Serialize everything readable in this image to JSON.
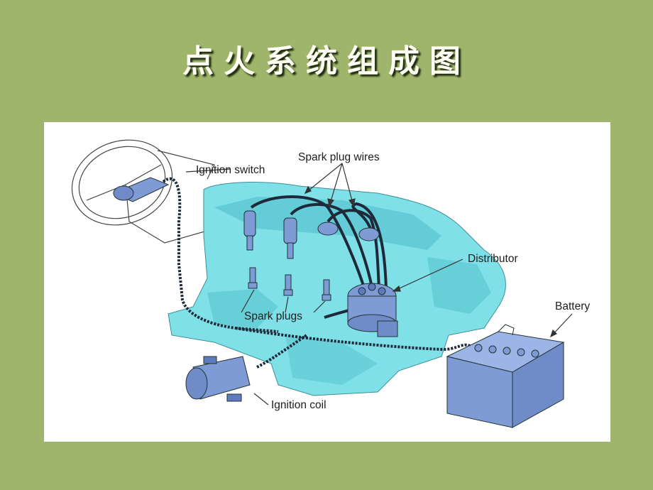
{
  "slide": {
    "title": "点火系统组成图"
  },
  "diagram": {
    "labels": {
      "ignition_switch": "Ignition switch",
      "spark_plug_wires": "Spark plug wires",
      "distributor": "Distributor",
      "battery": "Battery",
      "spark_plugs": "Spark plugs",
      "ignition_coil": "Ignition coil"
    },
    "colors": {
      "engine": "#7fe0e8",
      "engine_shadow": "#5cc7d2",
      "parts_blue": "#7f9bd6",
      "wire": "#1e2a3a"
    }
  }
}
